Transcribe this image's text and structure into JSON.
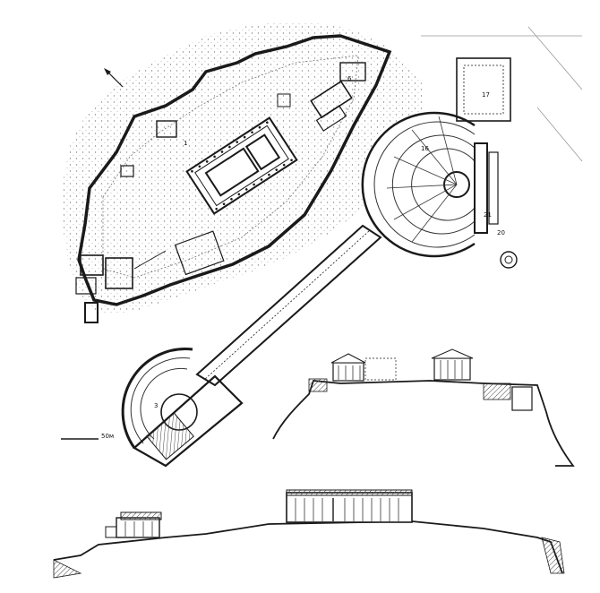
{
  "plan": {
    "scale_label": "50м",
    "building_numbers": [
      "1",
      "6",
      "3",
      "16",
      "17",
      "21",
      "20"
    ]
  },
  "colors": {
    "ink": "#1a1a1a",
    "hatch": "#555555",
    "paper": "#ffffff",
    "rock": "#9a9a9a"
  }
}
